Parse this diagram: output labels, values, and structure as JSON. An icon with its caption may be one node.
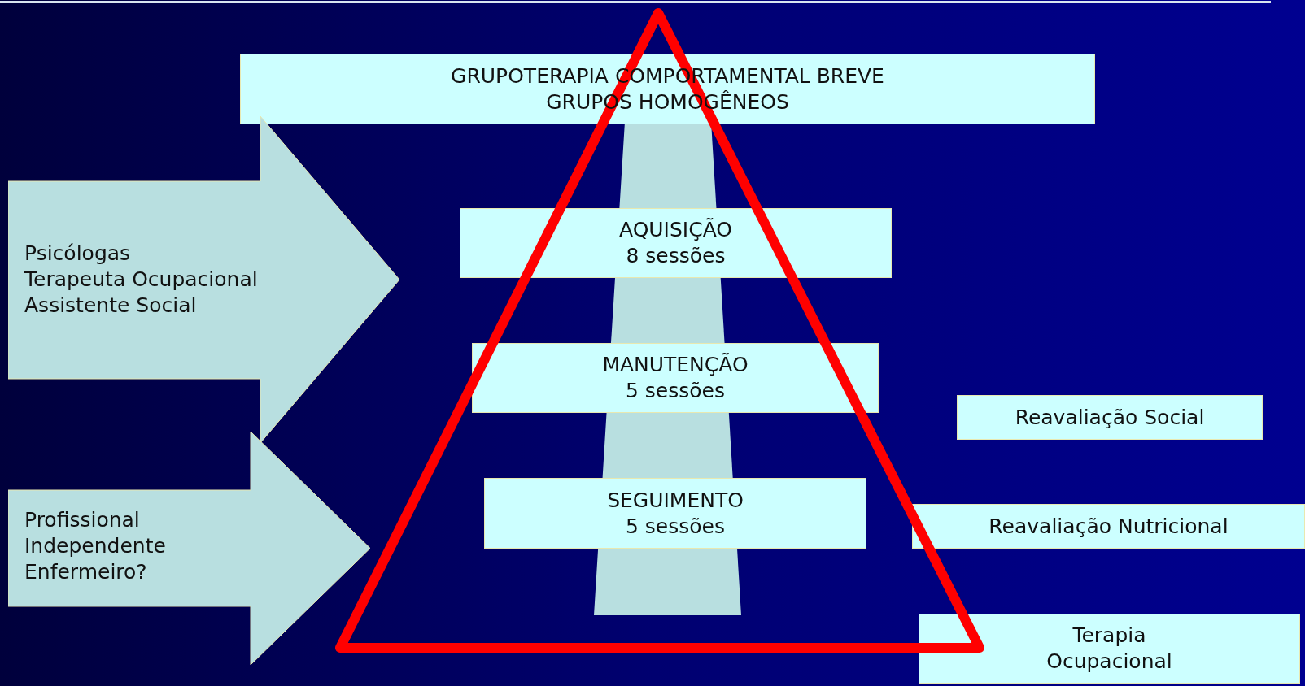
{
  "diagram": {
    "nodes": [
      {
        "text": [
          "GRUPOTERAPIA COMPORTAMENTAL BREVE",
          "GRUPOS HOMOGÊNEOS"
        ]
      },
      {
        "text": [
          "Psicólogas",
          "Terapeuta Ocupacional",
          "Assistente Social"
        ]
      },
      {
        "text": [
          "AQUISIÇÃO",
          "8 sessões"
        ]
      },
      {
        "text": [
          "MANUTENÇÃO",
          "5 sessões"
        ]
      },
      {
        "text": [
          "Reavaliação Social"
        ]
      },
      {
        "text": [
          "SEGUIMENTO",
          "5 sessões"
        ]
      },
      {
        "text": [
          "Profissional Independente",
          "Enfermeiro?"
        ]
      },
      {
        "text": [
          "Reavaliação Nutricional"
        ]
      },
      {
        "text": [
          "Terapia Ocupacional"
        ]
      }
    ],
    "edges": []
  }
}
